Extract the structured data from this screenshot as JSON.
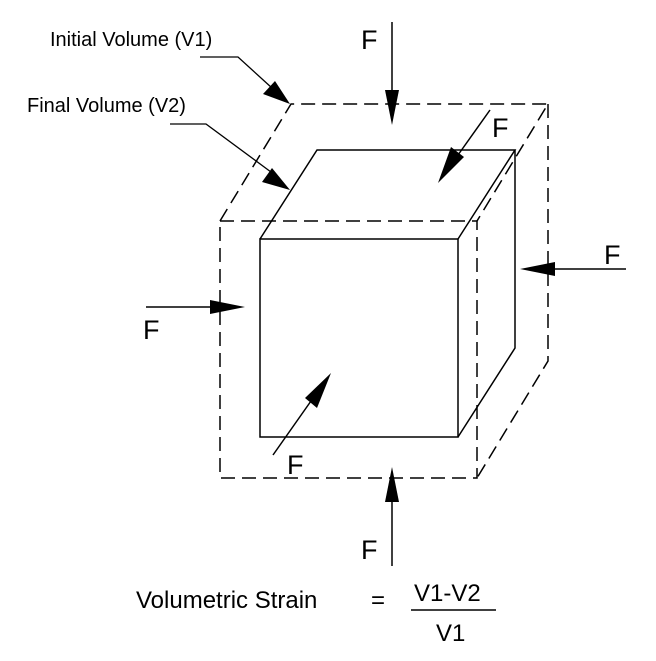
{
  "labels": {
    "initial_volume": "Initial Volume (V1)",
    "final_volume": "Final Volume (V2)"
  },
  "forces": {
    "top": "F",
    "bottom": "F",
    "left": "F",
    "right": "F",
    "back": "F",
    "front": "F"
  },
  "formula": {
    "lhs": "Volumetric Strain",
    "equals": "=",
    "numerator": "V1-V2",
    "denominator": "V1"
  }
}
